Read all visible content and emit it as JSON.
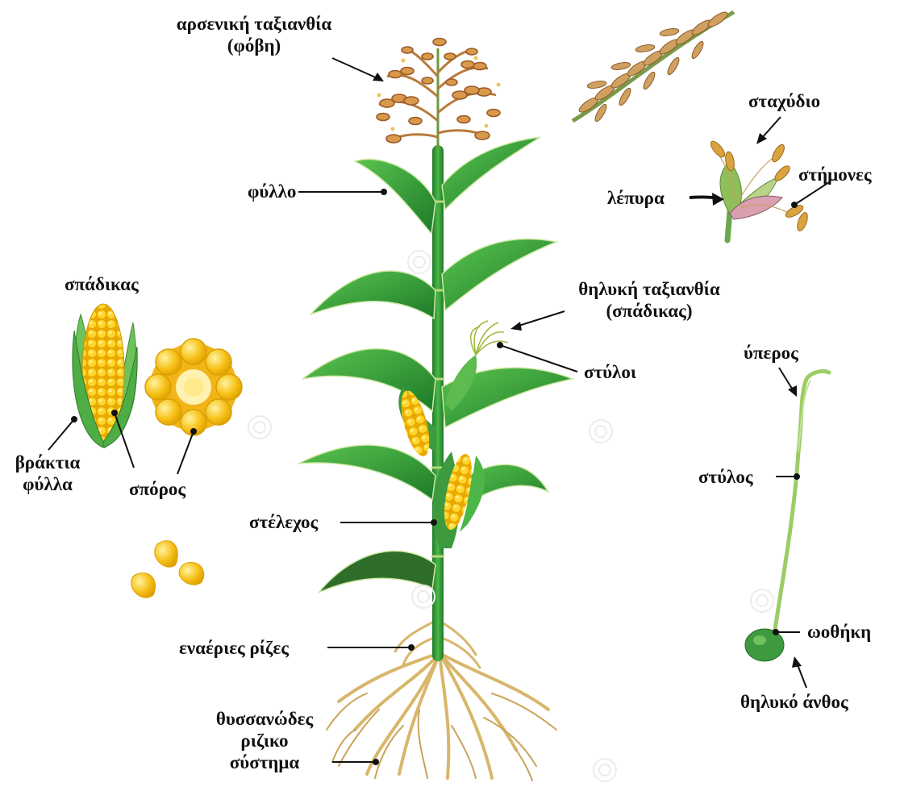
{
  "labels": {
    "male_inflorescence": [
      "αρσενική ταξιανθία",
      "(φόβη)"
    ],
    "leaf": "φύλλο",
    "spikelet": "σταχύδιο",
    "stamens": "στήμονες",
    "lemma": "λέπυρα",
    "cob_title": "σπάδικας",
    "female_inflorescence": [
      "θηλυκή ταξιανθία",
      "(σπάδικας)"
    ],
    "silks": "στύλοι",
    "pistil": "ύπερος",
    "husk_leaves": [
      "βράκτια",
      "φύλλα"
    ],
    "seed": "σπόρος",
    "style": "στύλος",
    "stem": "στέλεχος",
    "ovary": "ωοθήκη",
    "aerial_roots": "εναέριες ρίζες",
    "female_flower": "θηλυκό άνθος",
    "fibrous_root": [
      "θυσσανώδες",
      "ριζικο",
      "σύστημα"
    ]
  },
  "colors": {
    "stem": "#2f9e3a",
    "leaf_dark": "#1f7a2a",
    "leaf_light": "#4cb748",
    "tassel": "#c98a3a",
    "tassel_dark": "#9a5a2a",
    "kernel": "#f7c21a",
    "kernel_light": "#ffe36a",
    "root": "#d8b66a",
    "pistil": "#9ccc65",
    "ovary": "#3e9a3e"
  }
}
